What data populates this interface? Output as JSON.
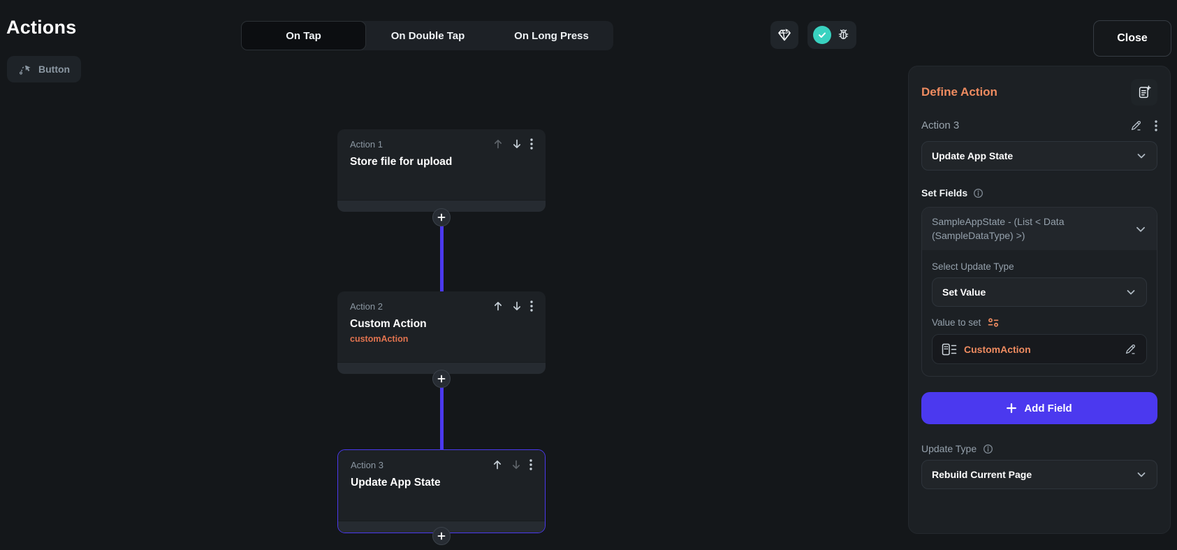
{
  "page": {
    "title": "Actions",
    "trigger_chip": "Button"
  },
  "tabs": [
    {
      "label": "On Tap",
      "selected": true
    },
    {
      "label": "On Double Tap",
      "selected": false
    },
    {
      "label": "On Long Press",
      "selected": false
    }
  ],
  "toolbar": {
    "close_label": "Close"
  },
  "flow": {
    "actions": [
      {
        "label": "Action 1",
        "title": "Store file for upload",
        "subtitle": "",
        "up_enabled": false,
        "down_enabled": true,
        "selected": false
      },
      {
        "label": "Action 2",
        "title": "Custom Action",
        "subtitle": "customAction",
        "up_enabled": true,
        "down_enabled": true,
        "selected": false
      },
      {
        "label": "Action 3",
        "title": "Update App State",
        "subtitle": "",
        "up_enabled": true,
        "down_enabled": false,
        "selected": true
      }
    ]
  },
  "panel": {
    "title": "Define Action",
    "action_label": "Action 3",
    "action_type": "Update App State",
    "set_fields": {
      "label": "Set Fields",
      "field_select": "SampleAppState - (List < Data (SampleDataType) >)",
      "update_type_label": "Select Update Type",
      "update_type_value": "Set Value",
      "value_label": "Value to set",
      "value": "CustomAction"
    },
    "add_field_label": "Add Field",
    "update_type_label": "Update Type",
    "update_type_value": "Rebuild Current Page"
  },
  "icons": {
    "cursor-path-icon": "pointer with gesture path",
    "gem-cursor-icon": "diamond with cursor",
    "check-circle-icon": "teal circle with check",
    "bug-icon": "debug bug",
    "note-add-icon": "copy action with plus",
    "edit-pencil-icon": "pencil",
    "kebab-menu-icon": "vertical three dots",
    "chevron-down-icon": "chevron down",
    "info-icon": "info circle",
    "variable-set-icon": "orange value sliders",
    "data-object-icon": "data grid with lines",
    "arrow-up-icon": "move up",
    "arrow-down-icon": "move down",
    "plus-icon": "plus"
  },
  "colors": {
    "accent_purple": "#4b39ef",
    "accent_orange": "#ee8b60",
    "deep_orange": "#e1734f",
    "accent_teal": "#39d2c0",
    "background": "#14171a",
    "panel": "#1c2024",
    "secondary_text": "#95a1ac"
  }
}
